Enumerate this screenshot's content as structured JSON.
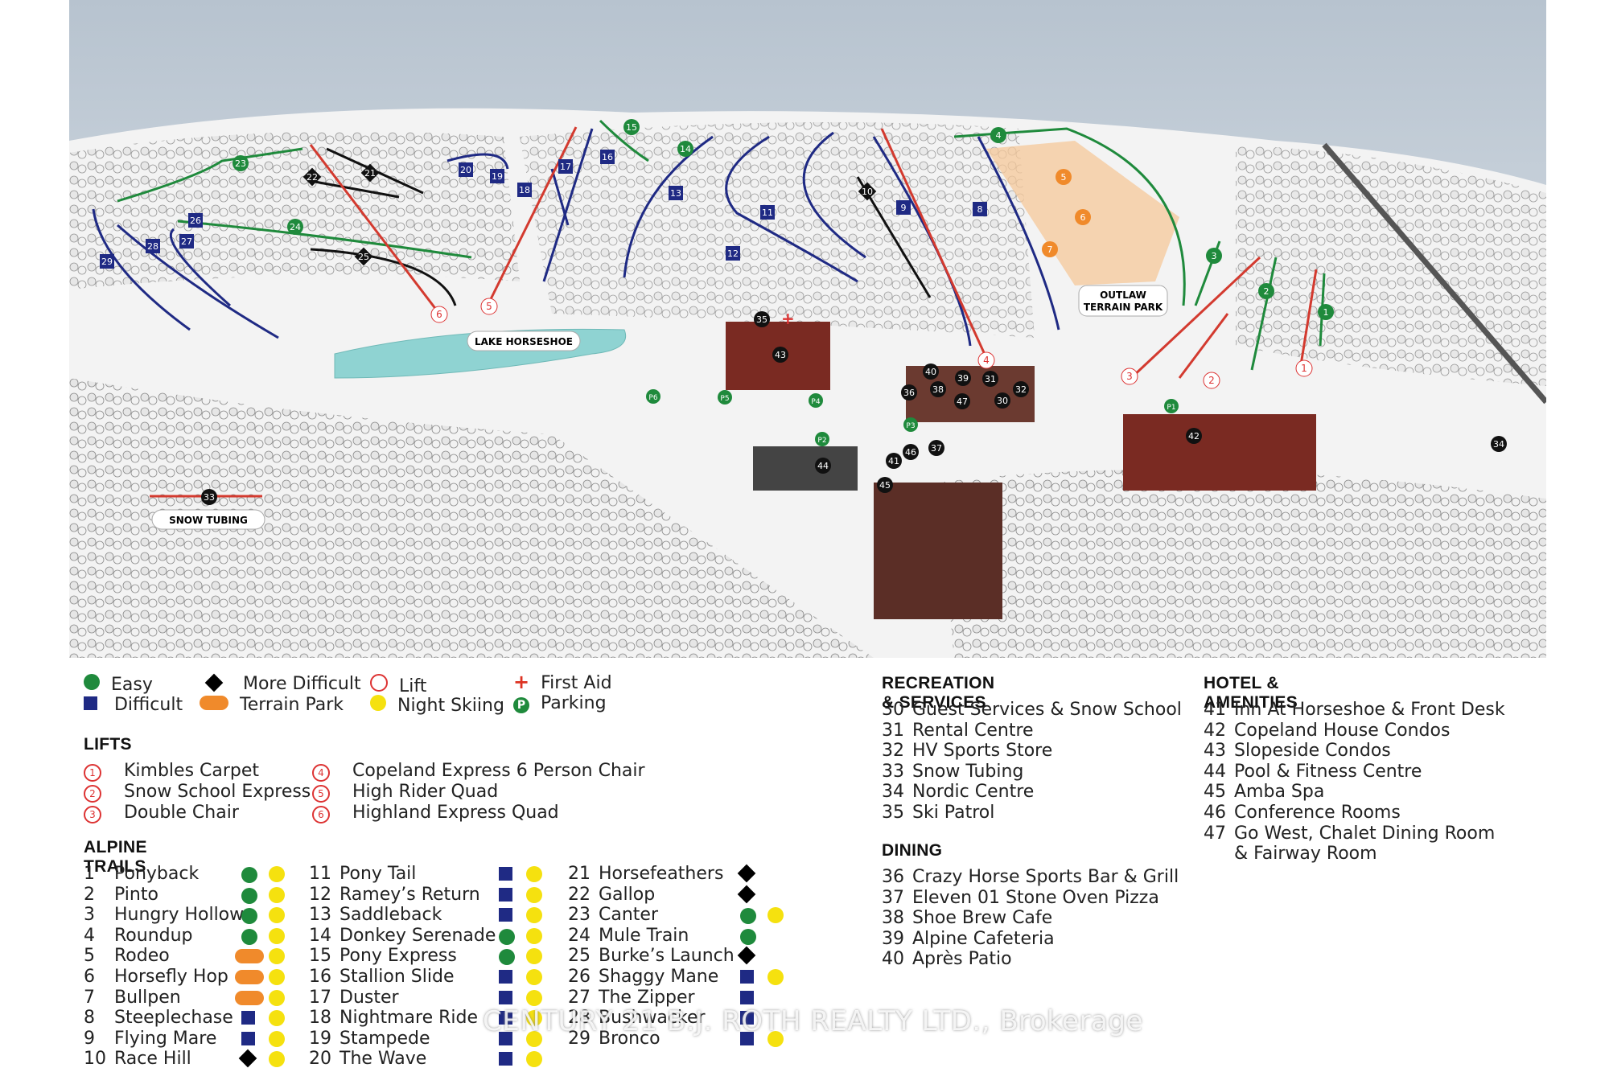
{
  "map": {
    "labels": {
      "lake": "LAKE HORSESHOE",
      "terrain_park_1": "OUTLAW",
      "terrain_park_2": "TERRAIN PARK",
      "snow_tubing": "SNOW TUBING"
    },
    "colors": {
      "easy": "#1f8a3c",
      "difficult": "#1f2a84",
      "more_difficult": "#000000",
      "terrain_park": "#f08a2b",
      "lift": "#d33a2f",
      "night": "#f5e10f",
      "sky": "#c9d2dc",
      "snow": "#f1f1f1",
      "building": "#7a2a22",
      "lake": "#8fd3d2"
    },
    "trail_numbers": [
      "1",
      "2",
      "3",
      "4",
      "5",
      "6",
      "7",
      "8",
      "9",
      "10",
      "11",
      "12",
      "13",
      "14",
      "15",
      "16",
      "17",
      "18",
      "19",
      "20",
      "21",
      "22",
      "23",
      "24",
      "25",
      "26",
      "27",
      "28",
      "29"
    ],
    "facility_numbers": [
      "30",
      "31",
      "32",
      "33",
      "34",
      "35",
      "36",
      "37",
      "38",
      "39",
      "40",
      "41",
      "42",
      "43",
      "44",
      "45",
      "46",
      "47"
    ],
    "parking": [
      "P1",
      "P2",
      "P3",
      "P4",
      "P5",
      "P6"
    ],
    "lifts": [
      "1",
      "2",
      "3",
      "4",
      "5",
      "6"
    ]
  },
  "legend": {
    "key": {
      "easy": "Easy",
      "difficult": "Difficult",
      "more_difficult": "More Difficult",
      "terrain_park": "Terrain Park",
      "lift": "Lift",
      "night_skiing": "Night Skiing",
      "first_aid": "First Aid",
      "parking": "Parking",
      "parking_symbol": "P"
    },
    "lifts_heading": "LIFTS",
    "lifts": [
      {
        "num": "1",
        "name": "Kimbles Carpet"
      },
      {
        "num": "2",
        "name": "Snow School Express"
      },
      {
        "num": "3",
        "name": "Double Chair"
      },
      {
        "num": "4",
        "name": "Copeland Express 6 Person Chair"
      },
      {
        "num": "5",
        "name": "High Rider Quad"
      },
      {
        "num": "6",
        "name": "Highland Express Quad"
      }
    ],
    "alpine_heading": "ALPINE TRAILS",
    "trails_col1": [
      {
        "num": "1",
        "name": "Ponyback",
        "rating": "easy",
        "night": true
      },
      {
        "num": "2",
        "name": "Pinto",
        "rating": "easy",
        "night": true
      },
      {
        "num": "3",
        "name": "Hungry Hollow",
        "rating": "easy",
        "night": true
      },
      {
        "num": "4",
        "name": "Roundup",
        "rating": "easy",
        "night": true
      },
      {
        "num": "5",
        "name": "Rodeo",
        "rating": "park",
        "night": true
      },
      {
        "num": "6",
        "name": "Horsefly Hop",
        "rating": "park",
        "night": true
      },
      {
        "num": "7",
        "name": "Bullpen",
        "rating": "park",
        "night": true
      },
      {
        "num": "8",
        "name": "Steeplechase",
        "rating": "difficult",
        "night": true
      },
      {
        "num": "9",
        "name": "Flying Mare",
        "rating": "difficult",
        "night": true
      },
      {
        "num": "10",
        "name": "Race Hill",
        "rating": "more",
        "night": true
      }
    ],
    "trails_col2": [
      {
        "num": "11",
        "name": "Pony Tail",
        "rating": "difficult",
        "night": true
      },
      {
        "num": "12",
        "name": "Ramey’s Return",
        "rating": "difficult",
        "night": true
      },
      {
        "num": "13",
        "name": "Saddleback",
        "rating": "difficult",
        "night": true
      },
      {
        "num": "14",
        "name": "Donkey Serenade",
        "rating": "easy",
        "night": true
      },
      {
        "num": "15",
        "name": "Pony Express",
        "rating": "easy",
        "night": true
      },
      {
        "num": "16",
        "name": "Stallion Slide",
        "rating": "difficult",
        "night": true
      },
      {
        "num": "17",
        "name": "Duster",
        "rating": "difficult",
        "night": true
      },
      {
        "num": "18",
        "name": "Nightmare Ride",
        "rating": "difficult",
        "night": true
      },
      {
        "num": "19",
        "name": "Stampede",
        "rating": "difficult",
        "night": true
      },
      {
        "num": "20",
        "name": "The Wave",
        "rating": "difficult",
        "night": true
      }
    ],
    "trails_col3": [
      {
        "num": "21",
        "name": "Horsefeathers",
        "rating": "more",
        "night": false
      },
      {
        "num": "22",
        "name": "Gallop",
        "rating": "more",
        "night": false
      },
      {
        "num": "23",
        "name": "Canter",
        "rating": "easy",
        "night": true
      },
      {
        "num": "24",
        "name": "Mule Train",
        "rating": "easy",
        "night": false
      },
      {
        "num": "25",
        "name": "Burke’s Launch",
        "rating": "more",
        "night": false
      },
      {
        "num": "26",
        "name": "Shaggy Mane",
        "rating": "difficult",
        "night": true
      },
      {
        "num": "27",
        "name": "The Zipper",
        "rating": "difficult",
        "night": false
      },
      {
        "num": "28",
        "name": "Bushwacker",
        "rating": "difficult",
        "night": false
      },
      {
        "num": "29",
        "name": "Bronco",
        "rating": "difficult",
        "night": true
      }
    ],
    "recreation_heading": "RECREATION & SERVICES",
    "recreation": [
      {
        "num": "30",
        "name": "Guest Services & Snow School"
      },
      {
        "num": "31",
        "name": "Rental Centre"
      },
      {
        "num": "32",
        "name": "HV Sports Store"
      },
      {
        "num": "33",
        "name": "Snow Tubing"
      },
      {
        "num": "34",
        "name": "Nordic Centre"
      },
      {
        "num": "35",
        "name": "Ski Patrol"
      }
    ],
    "dining_heading": "DINING",
    "dining": [
      {
        "num": "36",
        "name": "Crazy Horse Sports Bar & Grill"
      },
      {
        "num": "37",
        "name": "Eleven 01 Stone Oven Pizza"
      },
      {
        "num": "38",
        "name": "Shoe Brew Cafe"
      },
      {
        "num": "39",
        "name": "Alpine Cafeteria"
      },
      {
        "num": "40",
        "name": "Après Patio"
      }
    ],
    "hotel_heading": "HOTEL & AMENITIES",
    "hotel": [
      {
        "num": "41",
        "name": "Inn At Horseshoe & Front Desk"
      },
      {
        "num": "42",
        "name": "Copeland House Condos"
      },
      {
        "num": "43",
        "name": "Slopeside Condos"
      },
      {
        "num": "44",
        "name": "Pool & Fitness Centre"
      },
      {
        "num": "45",
        "name": "Amba Spa"
      },
      {
        "num": "46",
        "name": "Conference Rooms"
      },
      {
        "num": "47",
        "name": "Go West, Chalet Dining Room"
      },
      {
        "num": "",
        "name": "& Fairway Room"
      }
    ]
  },
  "watermark": "CENTURY 21 B.J. ROTH REALTY LTD., Brokerage"
}
